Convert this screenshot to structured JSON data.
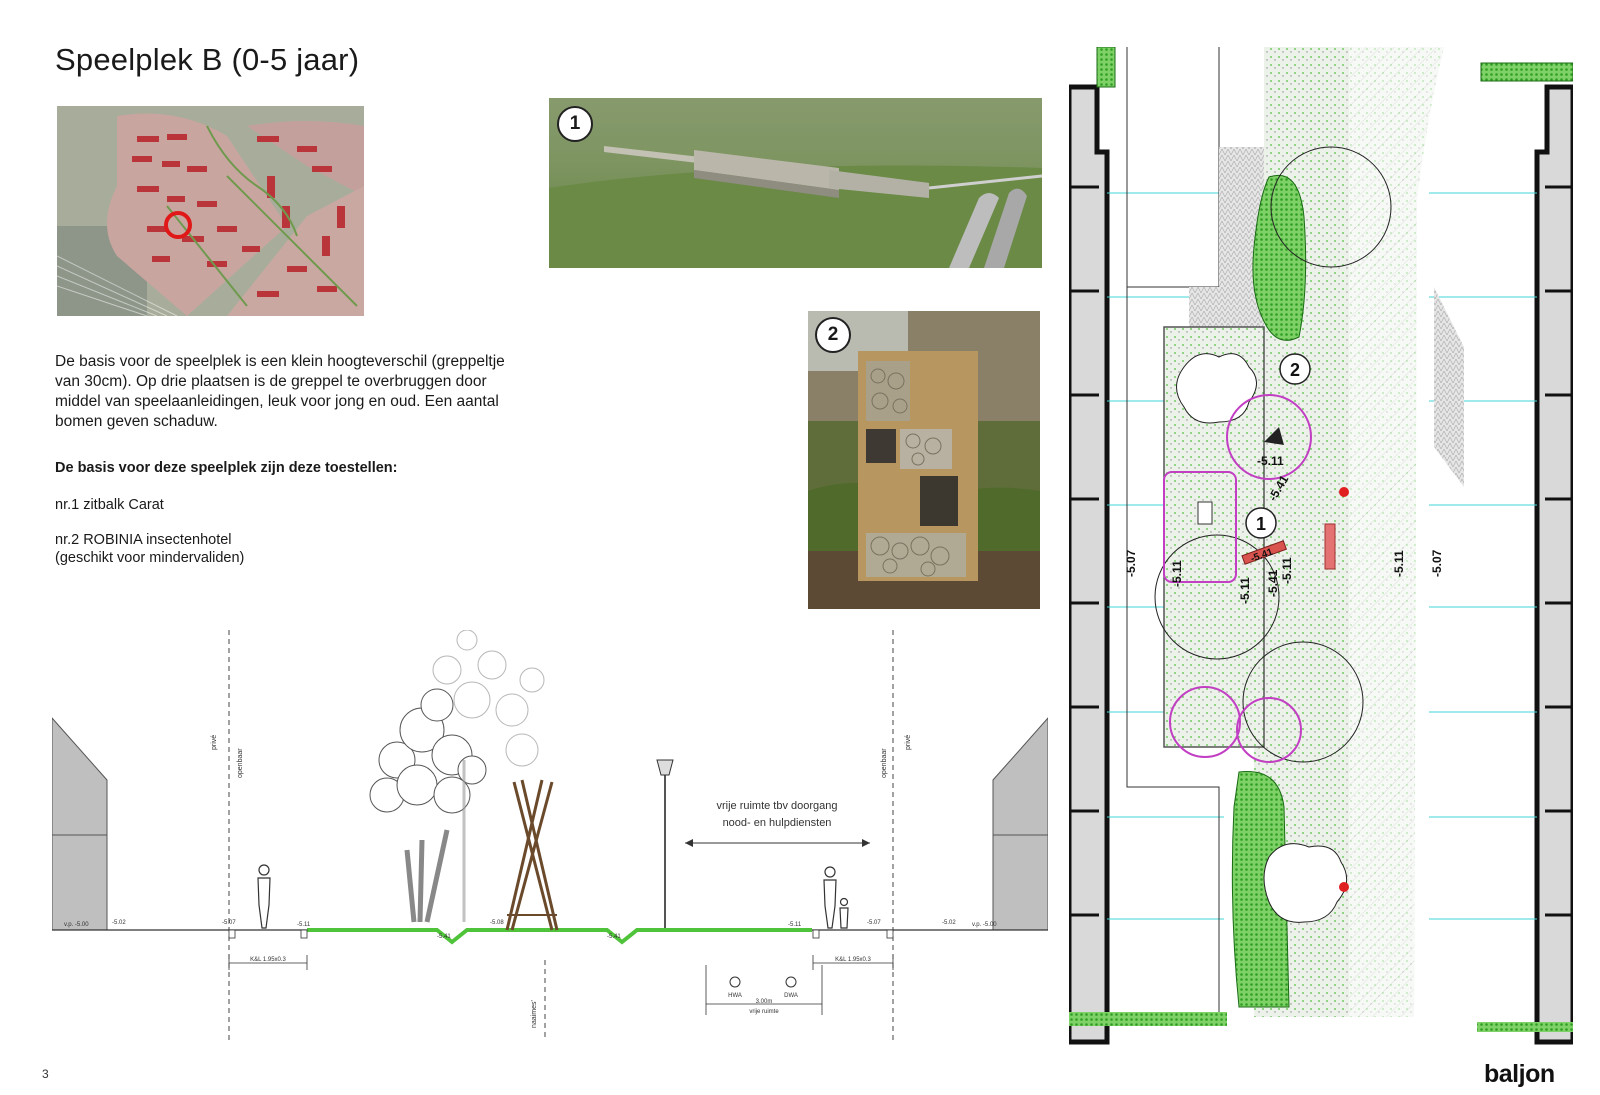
{
  "page": {
    "title": "Speelplek B (0-5 jaar)",
    "page_number": "3",
    "logo": "baljon"
  },
  "intro": {
    "paragraph": "De basis voor de speelplek is een klein hoogteverschil (greppeltje van 30cm). Op drie plaatsen is de greppel te overbruggen door middel van speelaanleidingen, leuk voor jong en oud. Een aantal bomen geven schaduw.",
    "subheading": "De basis voor deze speelplek zijn deze toestellen:",
    "items": [
      {
        "text": "nr.1 zitbalk Carat"
      },
      {
        "line1": "nr.2 ROBINIA insectenhotel",
        "line2": "(geschikt voor mindervaliden)"
      }
    ]
  },
  "photos": {
    "photo1_number": "1",
    "photo2_number": "2"
  },
  "section": {
    "label_prive_left": "privé",
    "label_openbaar_left": "openbaar",
    "label_prive_right": "privé",
    "label_openbaar_right": "openbaar",
    "label_naaimes": "naaimes'",
    "free_space_line1": "vrije ruimte tbv doorgang",
    "free_space_line2": "nood- en hulpdiensten",
    "kbl_left": "K&L 1.95x0.3",
    "kbl_right": "K&L 1.95x0.3",
    "hwa": "HWA",
    "dwa": "DWA",
    "width": "3.00m",
    "width_caption": "vrije ruimte",
    "levels": {
      "vp_left": "v.p. -5.00",
      "l1": "-5.02",
      "l2": "-5.07",
      "l3": "-5.11",
      "l4": "-5.41",
      "l5": "-5.08",
      "l6": "-5.41",
      "l7": "-5.11",
      "l8": "-5.07",
      "l9": "-5.02",
      "vp_right": "v.p. -5.00"
    }
  },
  "plan": {
    "marker_1": "1",
    "marker_2": "2",
    "level_507_left": "-5.07",
    "level_507_right": "-5.07",
    "level_511_right": "-5.11",
    "level_511_a": "-5.11",
    "level_511_b": "-5.11",
    "level_511_c": "-5.11",
    "level_511_d": "-5.11",
    "level_541_a": "-5.41",
    "level_541_b": "-5.41",
    "level_541_c": "-5.41"
  },
  "colors": {
    "grass": "#7cc46a",
    "plan_green": "#4fc33a",
    "magenta": "#c23fc4",
    "red_marker": "#e02020",
    "cyan_line": "#43d6d9",
    "building_grey": "#c8c8c8"
  }
}
